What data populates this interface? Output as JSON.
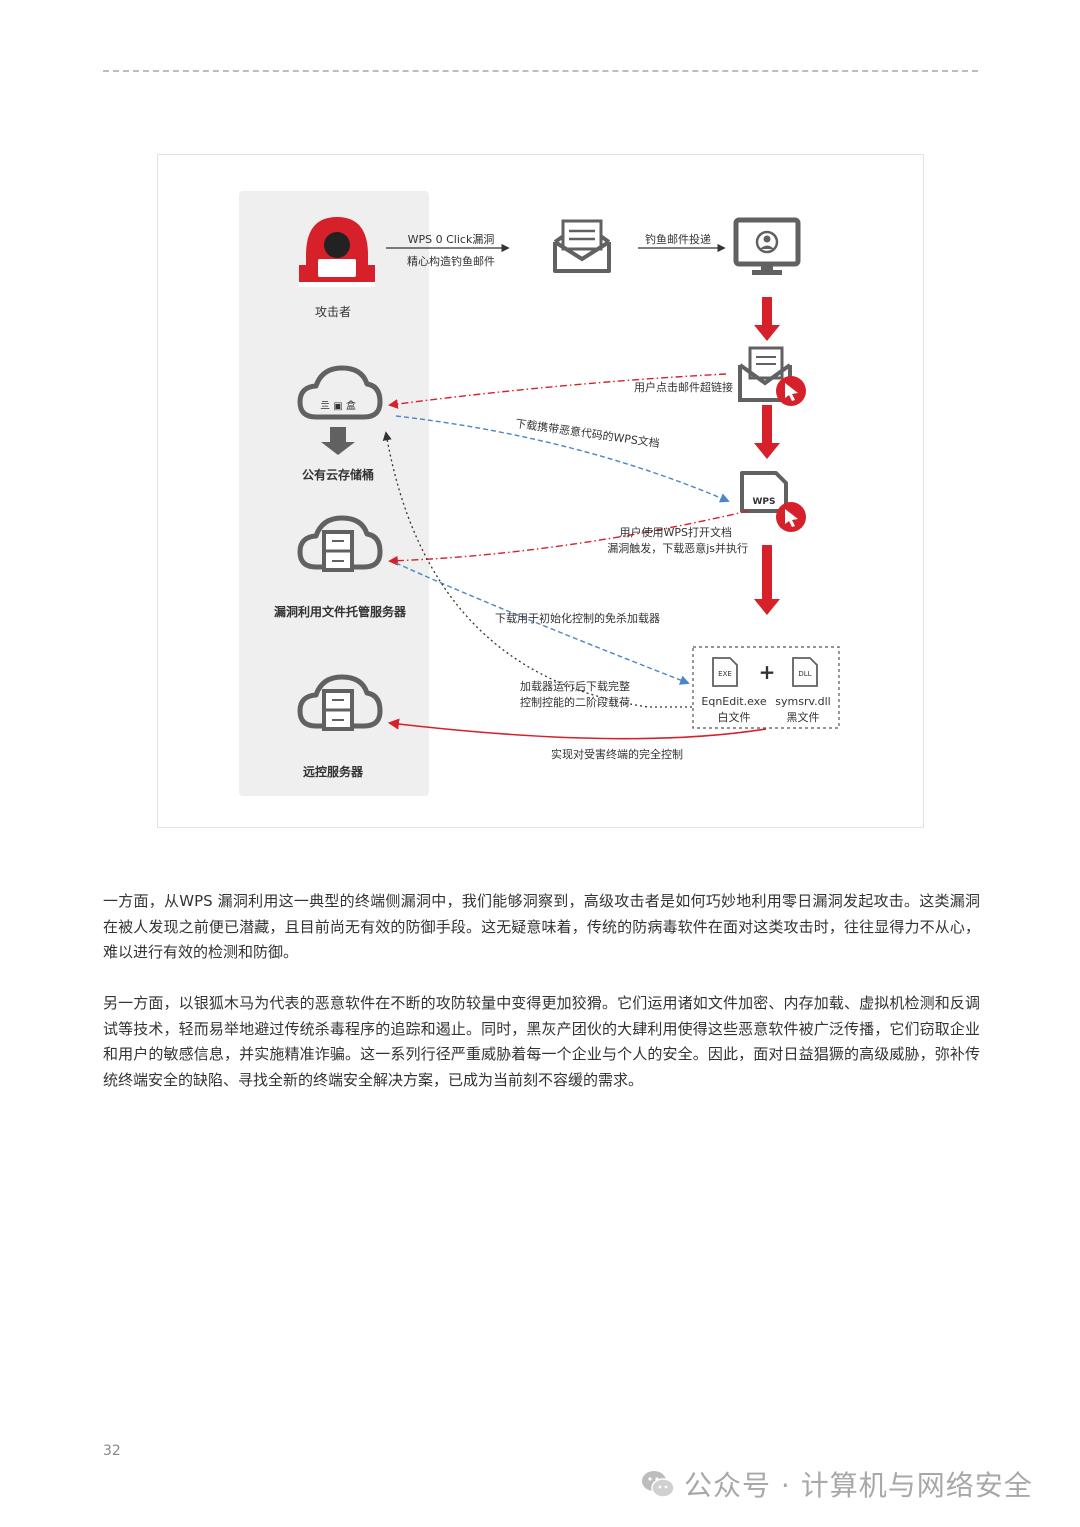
{
  "diagram": {
    "left_panel": {
      "attacker_label": "攻击者",
      "cloud_storage_label": "公有云存储桶",
      "cloud_storage_badge": "亖 ▣ 盒",
      "exploit_server_label": "漏洞利用文件托管服务器",
      "c2_server_label": "远控服务器"
    },
    "flows": {
      "wps_zero_click": "WPS 0 Click漏洞",
      "craft_phishing": "精心构造钓鱼邮件",
      "phishing_delivery": "钓鱼邮件投递",
      "user_click_link": "用户点击邮件超链接",
      "download_wps_doc": "下载携带恶意代码的WPS文档",
      "user_open_wps_1": "用户使用WPS打开文档",
      "user_open_wps_2": "漏洞触发，下载恶意js并执行",
      "download_loader": "下载用于初始化控制的免杀加载器",
      "loader_stage2_1": "加载器运行后下载完整",
      "loader_stage2_2": "控制控能的二阶段载荷",
      "full_control": "实现对受害终端的完全控制"
    },
    "files": {
      "exe_badge": "EXE",
      "dll_badge": "DLL",
      "plus": "+",
      "exe_name": "EqnEdit.exe",
      "dll_name": "symsrv.dll",
      "exe_desc": "白文件",
      "dll_desc": "黑文件"
    },
    "wps_badge": "WPS",
    "colors": {
      "accent_red": "#d6202a",
      "icon_gray": "#616161",
      "panel_bg": "#efefef",
      "blue_arrow": "#4a86c8"
    }
  },
  "paragraphs": [
    "一方面，从WPS 漏洞利用这一典型的终端侧漏洞中，我们能够洞察到，高级攻击者是如何巧妙地利用零日漏洞发起攻击。这类漏洞在被人发现之前便已潜藏，且目前尚无有效的防御手段。这无疑意味着，传统的防病毒软件在面对这类攻击时，往往显得力不从心，难以进行有效的检测和防御。",
    "另一方面，以银狐木马为代表的恶意软件在不断的攻防较量中变得更加狡猾。它们运用诸如文件加密、内存加载、虚拟机检测和反调试等技术，轻而易举地避过传统杀毒程序的追踪和遏止。同时，黑灰产团伙的大肆利用使得这些恶意软件被广泛传播，它们窃取企业和用户的敏感信息，并实施精准诈骗。这一系列行径严重威胁着每一个企业与个人的安全。因此，面对日益猖獗的高级威胁，弥补传统终端安全的缺陷、寻找全新的终端安全解决方案，已成为当前刻不容缓的需求。"
  ],
  "page_number": "32",
  "watermark": {
    "text": "公众号 · 计算机与网络安全"
  }
}
